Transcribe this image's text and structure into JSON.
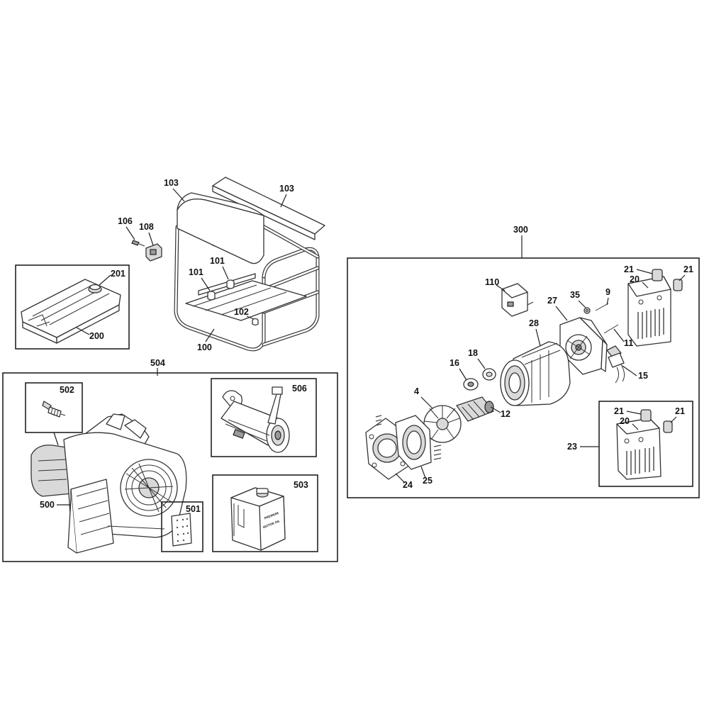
{
  "callouts": {
    "c103a": "103",
    "c103b": "103",
    "c106": "106",
    "c108": "108",
    "c101a": "101",
    "c101b": "101",
    "c102": "102",
    "c100": "100",
    "c201": "201",
    "c200": "200",
    "c504": "504",
    "c502": "502",
    "c506": "506",
    "c503": "503",
    "c500": "500",
    "c501": "501",
    "c300": "300",
    "c110": "110",
    "c35": "35",
    "c9": "9",
    "c27": "27",
    "c28": "28",
    "c11": "11",
    "c21a": "21",
    "c20a": "20",
    "c21b": "21",
    "c15": "15",
    "c16": "16",
    "c18": "18",
    "c4": "4",
    "c12": "12",
    "c24": "24",
    "c25": "25",
    "c21c": "21",
    "c20b": "20",
    "c21d": "21",
    "c23": "23"
  },
  "container_label": {
    "line1": "PREMIUM",
    "line2": "MOTOR OIL"
  }
}
